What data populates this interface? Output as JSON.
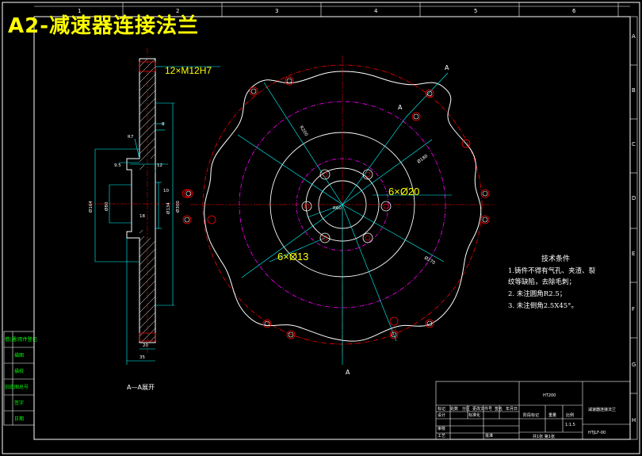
{
  "title": "A2-减速器连接法兰",
  "frame": {
    "top_numbers": [
      "1",
      "2",
      "3",
      "4",
      "5",
      "6"
    ],
    "right_letters": [
      "A",
      "B",
      "C",
      "D",
      "E",
      "F",
      "G",
      "H"
    ]
  },
  "section_view": {
    "callout_thread": "12×M12H7",
    "label": "A—A展开",
    "dims": [
      "R7",
      "9.5",
      "12",
      "10",
      "18",
      "8",
      "Ø164",
      "Ø80",
      "Ø134",
      "Ø300",
      "35",
      "20"
    ]
  },
  "plan_view": {
    "callout_large_holes": "6×Ø20",
    "callout_small_holes": "6×Ø13",
    "section_marks": [
      "A",
      "A",
      "A"
    ],
    "dims": [
      "R200",
      "R60",
      "Ø180",
      "Ø270"
    ]
  },
  "tech_requirements": {
    "heading": "技术条件",
    "lines": [
      "1.铸件不得有气孔、夹渣、裂",
      "纹等缺陷，去除毛刺；",
      "2. 未注圆角R2.5；",
      "3. 未注倒角2.5X45°。"
    ]
  },
  "left_column_labels": [
    "借(通)用件登记",
    "描图",
    "描校",
    "旧底图总号",
    "签字",
    "日期"
  ],
  "title_block": {
    "part_name": "HT200",
    "drawing_name": "减速器连接法兰",
    "drawing_no": "HTJLF-00",
    "scale": "1:1.5",
    "sheet": "共1张 第1张",
    "row_labels": [
      "标记",
      "处数",
      "分区",
      "更改文件号",
      "签名",
      "年月日"
    ],
    "designer_label": "设计",
    "standard_label": "标准化",
    "stage_label": "阶段标记",
    "weight_label": "重量",
    "scale_label": "比例",
    "approve_label": "审核",
    "process_label": "工艺",
    "checked_label": "批准"
  }
}
